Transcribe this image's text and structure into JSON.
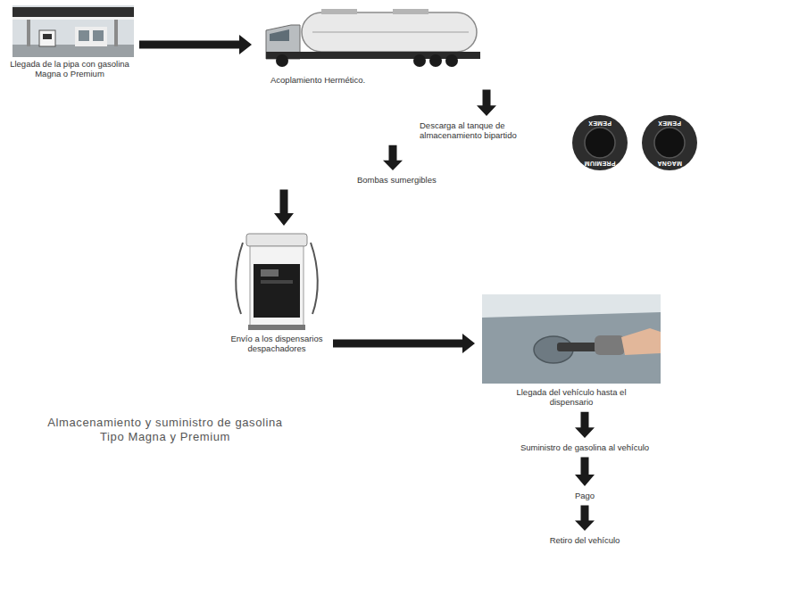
{
  "diagram": {
    "caption": "Almacenamiento y suministro de gasolina Tipo Magna y Premium",
    "nodes": [
      {
        "text": [
          "Llegada de la pipa con gasolina Magna o Premium"
        ]
      },
      {
        "text": [
          "Acoplamiento Hermético."
        ]
      },
      {
        "text": [
          "Descarga al tanque de almacenamiento bipartido"
        ]
      },
      {
        "text": [
          "Bombas sumergibles"
        ]
      },
      {
        "text": [
          "Envío a los dispensarios despachadores"
        ]
      },
      {
        "text": [
          "Llegada del vehículo hasta el dispensario"
        ]
      },
      {
        "text": [
          "Suministro de gasolina al vehículo"
        ]
      },
      {
        "text": [
          "Pago"
        ]
      },
      {
        "text": [
          "Retiro del vehículo"
        ]
      }
    ],
    "edges": [
      {
        "from": 0,
        "to": 1,
        "arrow": "to"
      },
      {
        "from": 1,
        "to": 2,
        "arrow": "to"
      },
      {
        "from": 2,
        "to": 3,
        "arrow": "to"
      },
      {
        "from": 3,
        "to": 4,
        "arrow": "to"
      },
      {
        "from": 4,
        "to": 5,
        "arrow": "to"
      },
      {
        "from": 5,
        "to": 6,
        "arrow": "to"
      },
      {
        "from": 6,
        "to": 7,
        "arrow": "to"
      },
      {
        "from": 7,
        "to": 8,
        "arrow": "to"
      }
    ],
    "labels": [
      "PEMEX",
      "PREMIUM",
      "PEMEX",
      "MAGNA"
    ]
  }
}
